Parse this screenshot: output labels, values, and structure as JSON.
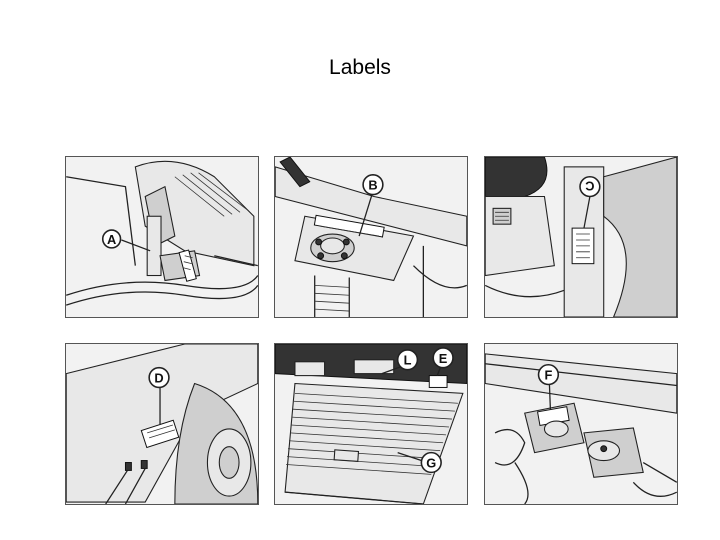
{
  "title": "Labels",
  "panels": [
    {
      "callout": "A"
    },
    {
      "callout": "B"
    },
    {
      "callout": "C"
    },
    {
      "callout": "D"
    },
    {
      "callout": "L",
      "callout2": "E",
      "callout3": "G"
    },
    {
      "callout": "F"
    }
  ]
}
